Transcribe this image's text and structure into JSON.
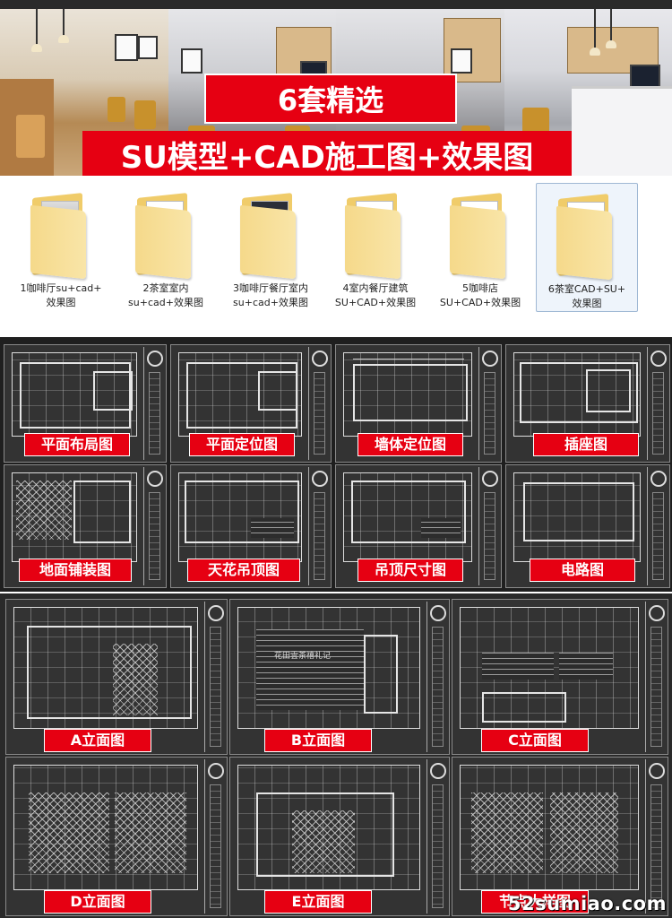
{
  "hero": {
    "banner_top": "6套精选",
    "banner_main": "SU模型+CAD施工图+效果图"
  },
  "folders": [
    {
      "label": "1咖啡厅su+cad+\n效果图",
      "cover": "photo",
      "selected": false
    },
    {
      "label": "2茶室室内\nsu+cad+效果图",
      "cover": "plain",
      "selected": false
    },
    {
      "label": "3咖啡厅餐厅室内\nsu+cad+效果图",
      "cover": "dark",
      "selected": false
    },
    {
      "label": "4室内餐厅建筑\nSU+CAD+效果图",
      "cover": "plain",
      "selected": false
    },
    {
      "label": "5咖啡店\nSU+CAD+效果图",
      "cover": "plain",
      "selected": false
    },
    {
      "label": "6茶室CAD+SU+\n效果图",
      "cover": "plain",
      "selected": true
    }
  ],
  "cad_panels_row1": [
    "平面布局图",
    "平面定位图",
    "墙体定位图",
    "插座图"
  ],
  "cad_panels_row2": [
    "地面铺装图",
    "天花吊顶图",
    "吊顶尺寸图",
    "电路图"
  ],
  "elevations_row1": [
    "A立面图",
    "B立面图",
    "C立面图"
  ],
  "elevations_row2": [
    "D立面图",
    "E立面图",
    "节点大样图"
  ],
  "drawing_note": "花田雲茶禧礼记",
  "watermark": "52sumiao.com",
  "colors": {
    "accent_red": "#e60012",
    "cad_bg": "#1f1f1f",
    "folder_yellow": "#f0cc6a"
  }
}
